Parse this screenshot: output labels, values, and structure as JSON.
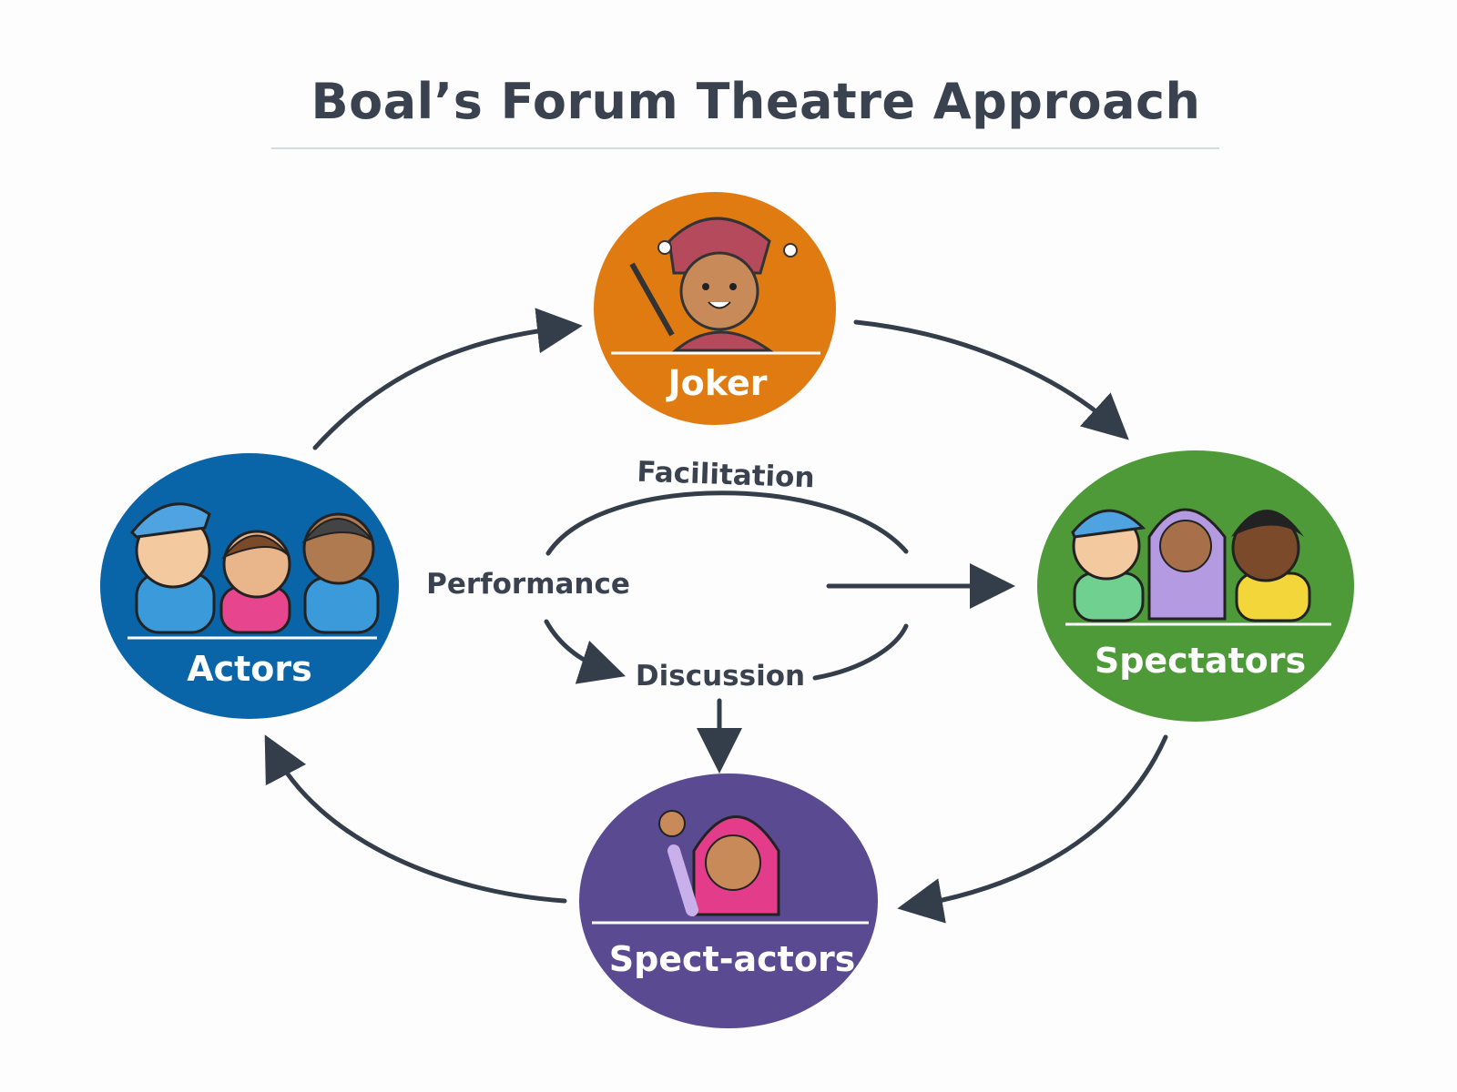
{
  "title": "Boal’s Forum Theatre Approach",
  "nodes": {
    "joker": {
      "label": "Joker",
      "color": "#E07B12"
    },
    "actors": {
      "label": "Actors",
      "color": "#0A64A8"
    },
    "spectators": {
      "label": "Spectators",
      "color": "#4E9A38"
    },
    "spect_actors": {
      "label": "Spect-actors",
      "color": "#5A4A92"
    }
  },
  "flows": {
    "facilitation": "Facilitation",
    "performance": "Performance",
    "discussion": "Discussion"
  },
  "arrow_color": "#343d4a"
}
